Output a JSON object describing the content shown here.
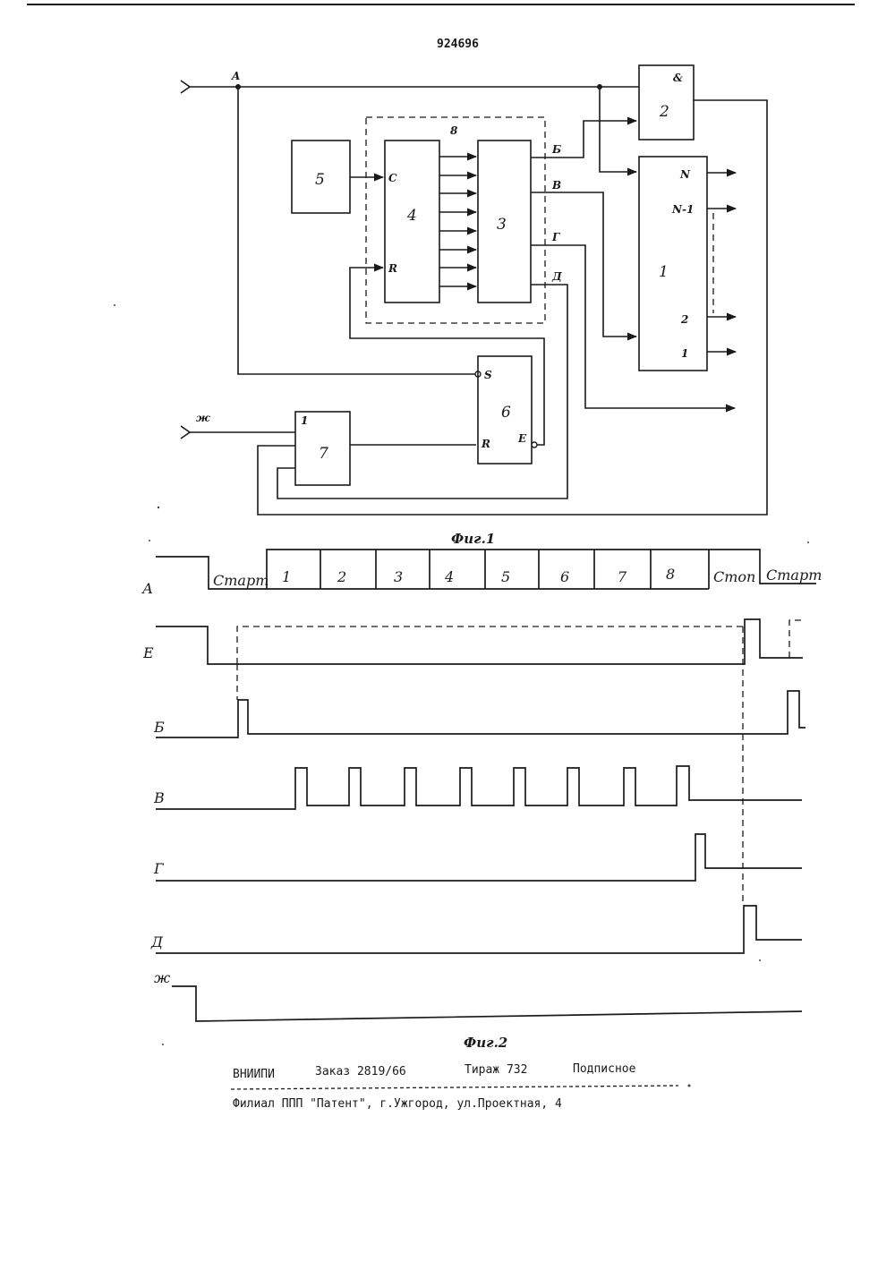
{
  "document": {
    "patent_number": "924696"
  },
  "figure1": {
    "caption": "Фиг.1",
    "node_a": "A",
    "blocks": {
      "b1": "1",
      "b2": "2",
      "b2_gate": "&",
      "b3": "3",
      "b4": "4",
      "b5": "5",
      "b6": "6",
      "b7": "7",
      "b8": "8"
    },
    "pins": {
      "c": "C",
      "r4": "R",
      "s": "S",
      "r6": "R",
      "e": "E",
      "in7": "1",
      "n": "N",
      "n1": "N-1",
      "p2": "2",
      "p1": "1"
    },
    "outputs3": [
      "Б",
      "В",
      "Г",
      "Д"
    ],
    "input_zh": "ж"
  },
  "figure2": {
    "caption": "Фиг.2",
    "frame": [
      "Старт",
      "1",
      "2",
      "3",
      "4",
      "5",
      "6",
      "7",
      "8",
      "Стоп",
      "Старт"
    ],
    "signals": {
      "a": "А",
      "e": "Е",
      "b": "Б",
      "v": "В",
      "g": "Г",
      "d": "Д",
      "zh": "ж"
    }
  },
  "footer": {
    "org": "ВНИИПИ",
    "order": "Заказ 2819/66",
    "copies": "Тираж 732",
    "subscription": "Подписное",
    "branch": "Филиал ППП \"Патент\", г.Ужгород, ул.Проектная, 4"
  }
}
